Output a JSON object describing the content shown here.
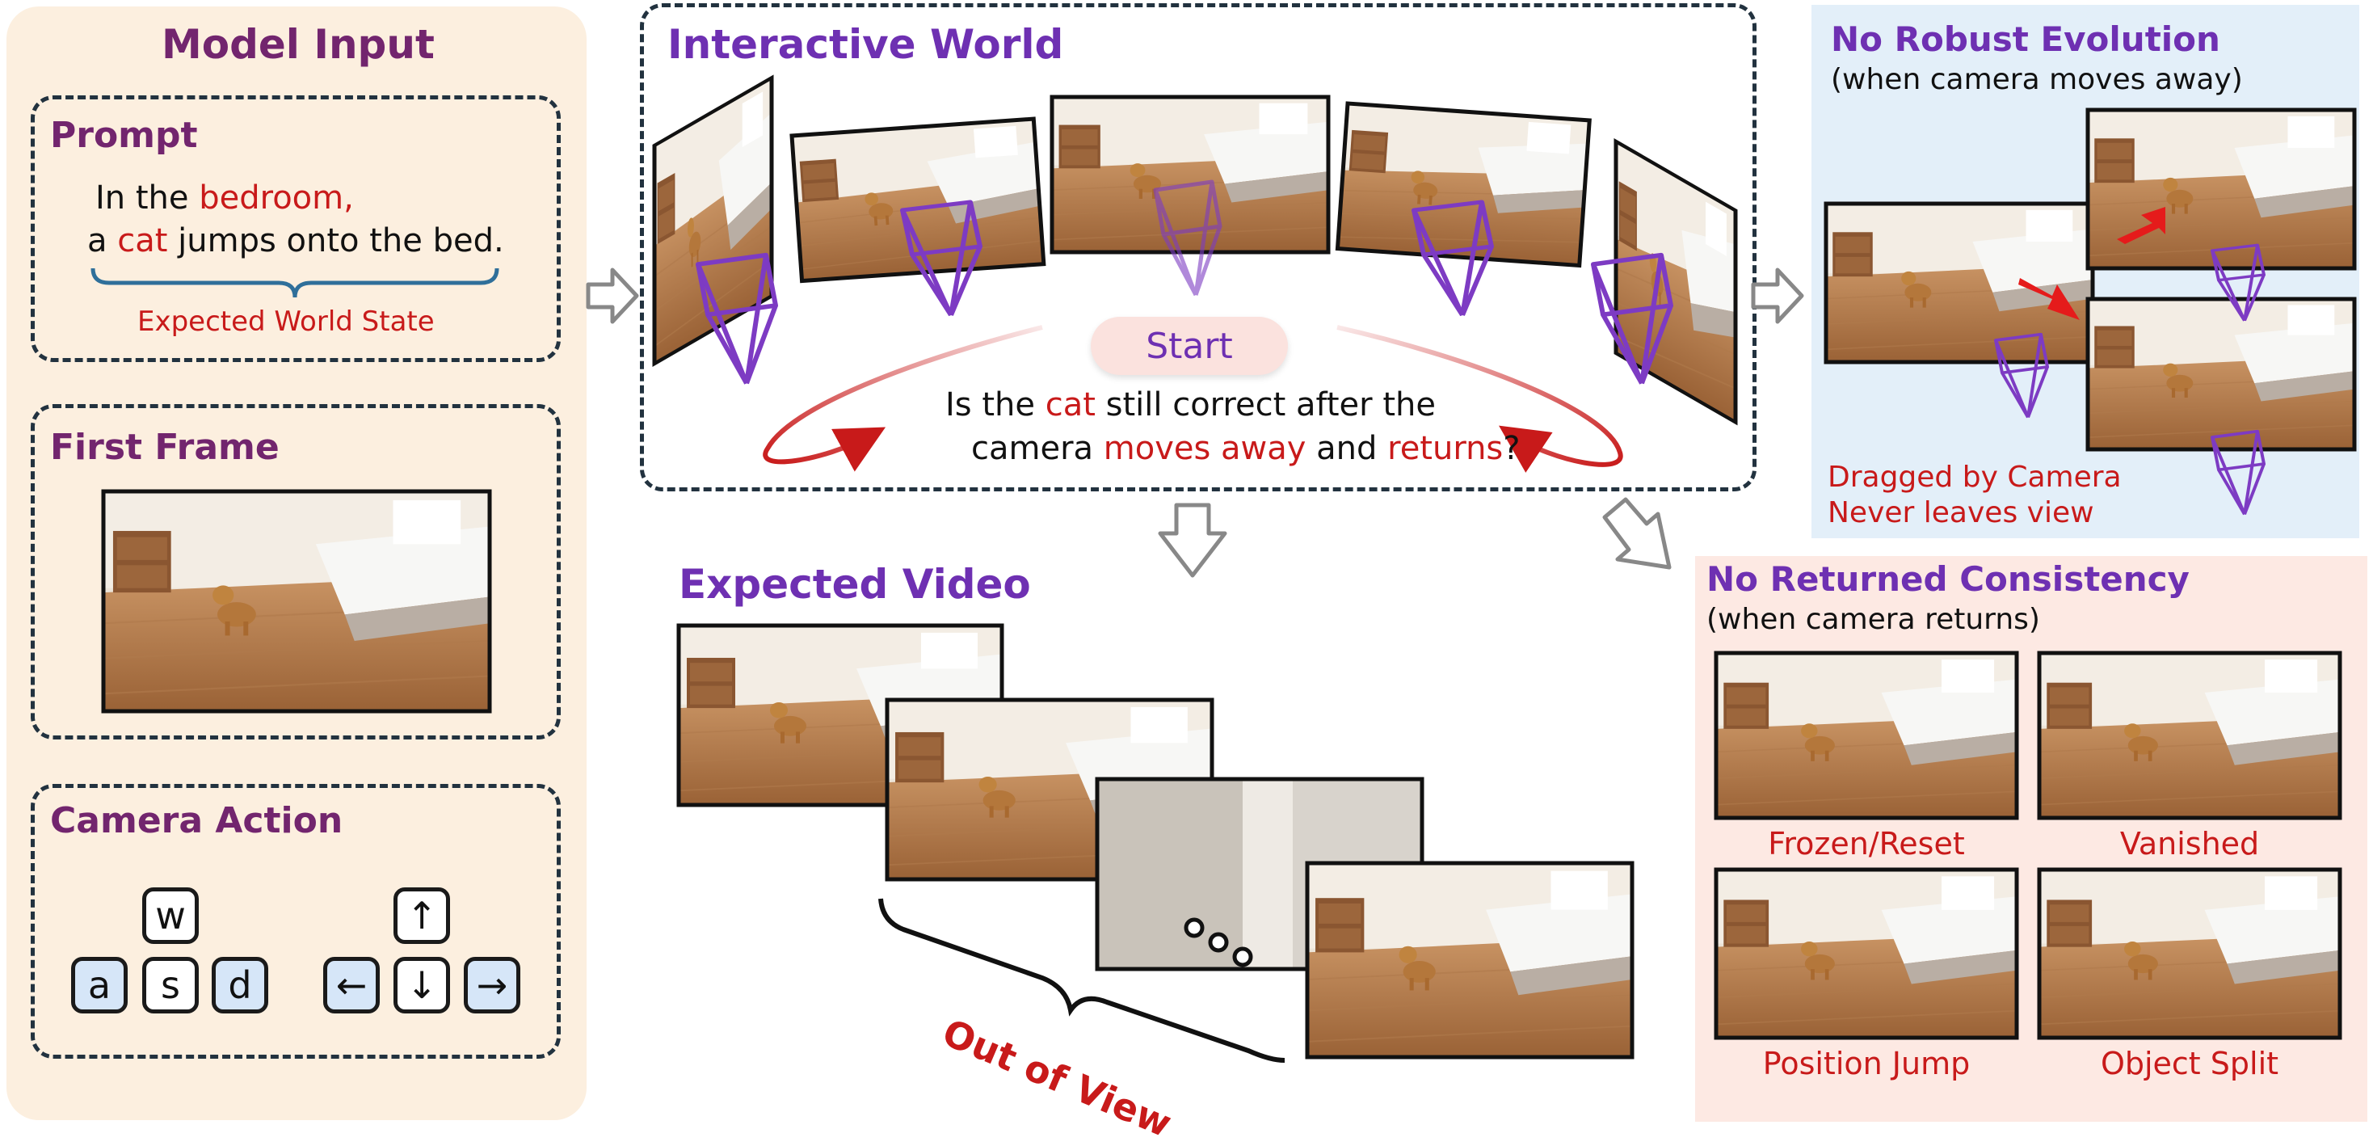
{
  "model_input": {
    "title": "Model Input",
    "prompt": {
      "heading": "Prompt",
      "line1_pre": "In the ",
      "line1_highlight": "bedroom,",
      "line2_pre": "a ",
      "line2_highlight": "cat",
      "line2_post": " jumps onto the bed.",
      "brace_label": "Expected World State"
    },
    "first_frame": {
      "heading": "First Frame"
    },
    "camera_action": {
      "heading": "Camera Action",
      "keys": [
        "w",
        "a",
        "s",
        "d"
      ],
      "arrows": [
        "↑",
        "←",
        "↓",
        "→"
      ]
    }
  },
  "interactive_world": {
    "title": "Interactive World",
    "start_label": "Start",
    "question": {
      "l1_pre": "Is the ",
      "l1_highlight": "cat",
      "l1_post": " still correct after the",
      "l2_pre": "camera ",
      "l2_highlight1": "moves away",
      "l2_mid": " and ",
      "l2_highlight2": "returns",
      "l2_post": "?"
    }
  },
  "expected_video": {
    "title": "Expected Video",
    "out_of_view": "Out of View"
  },
  "no_robust_evolution": {
    "title": "No Robust Evolution",
    "subtitle": "(when camera moves away)",
    "note_line1": "Dragged by Camera",
    "note_line2": "Never leaves view"
  },
  "no_returned_consistency": {
    "title": "No Returned Consistency",
    "subtitle": "(when camera returns)",
    "cases": [
      "Frozen/Reset",
      "Vanished",
      "Position Jump",
      "Object Split"
    ]
  },
  "colors": {
    "title_purple": "#72256e",
    "accent_purple": "#6e30b2",
    "highlight_red": "#c81a1a",
    "left_panel_bg": "#fcefdf",
    "blue_panel_bg": "#e3eff9",
    "pink_panel_bg": "#fde9e3"
  }
}
